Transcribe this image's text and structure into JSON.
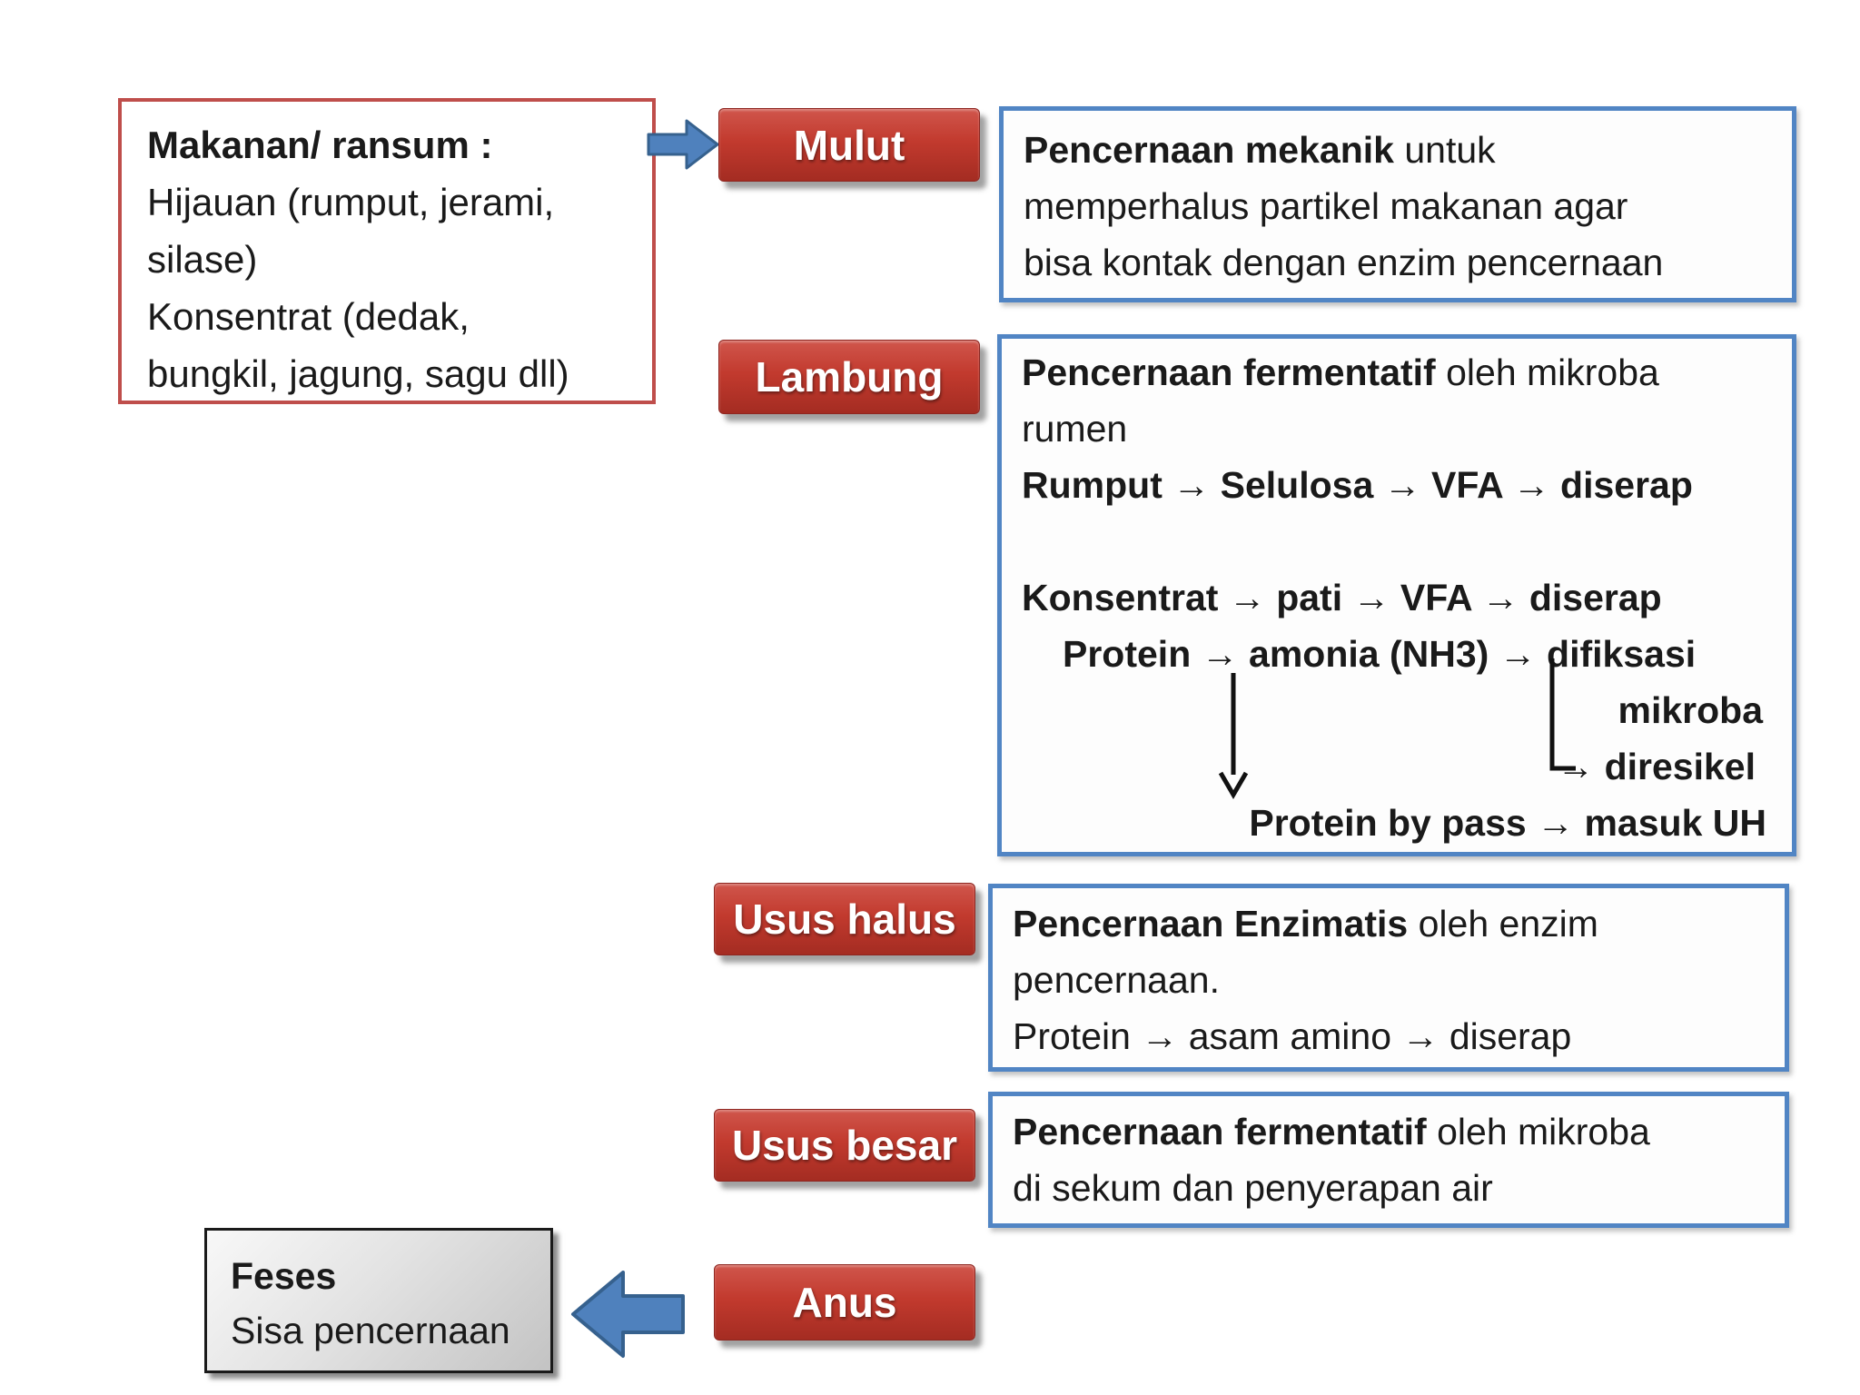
{
  "title": "Diagram pencernaan ruminansia",
  "colors": {
    "red_button": "#c23a2e",
    "red_box_border": "#bf4e4b",
    "blue_box_border": "#5185c4",
    "flow_arrow_fill": "#4f81bd",
    "flow_arrow_stroke": "#36618e",
    "text": "#1a1a1a",
    "feses_box_bg": "#d9d9d9"
  },
  "food_box": {
    "lines": [
      [
        {
          "text": "Makanan/ ransum :",
          "bold": true
        }
      ],
      [
        {
          "text": "Hijauan (rumput, jerami,",
          "bold": false
        }
      ],
      [
        {
          "text": "silase)",
          "bold": false
        }
      ],
      [
        {
          "text": "Konsentrat (dedak,",
          "bold": false
        }
      ],
      [
        {
          "text": "bungkil, jagung, sagu dll)",
          "bold": false
        }
      ]
    ]
  },
  "buttons": {
    "mulut": "Mulut",
    "lambung": "Lambung",
    "usus_halus": "Usus halus",
    "usus_besar": "Usus besar",
    "anus": "Anus"
  },
  "mulut_box": {
    "lines": [
      [
        {
          "text": "Pencernaan mekanik",
          "bold": true
        },
        {
          "text": " untuk",
          "bold": false
        }
      ],
      [
        {
          "text": "memperhalus partikel makanan agar",
          "bold": false
        }
      ],
      [
        {
          "text": "bisa kontak dengan enzim pencernaan",
          "bold": false
        }
      ]
    ]
  },
  "lambung_box": {
    "lines": [
      [
        {
          "text": "Pencernaan fermentatif",
          "bold": true
        },
        {
          "text": " oleh mikroba",
          "bold": false
        }
      ],
      [
        {
          "text": "rumen",
          "bold": false
        }
      ],
      [
        {
          "text": "Rumput → Selulosa → VFA → diserap",
          "bold": true
        }
      ],
      [],
      [
        {
          "text": "Konsentrat → pati → VFA → diserap",
          "bold": true
        }
      ],
      [
        {
          "text": "Protein → amonia (NH3) → difiksasi",
          "bold": true
        }
      ],
      [
        {
          "text": "mikroba",
          "bold": true
        }
      ],
      [
        {
          "text": "→ diresikel",
          "bold": true
        }
      ],
      [
        {
          "text": "Protein by pass → masuk UH",
          "bold": true
        }
      ]
    ]
  },
  "usus_halus_box": {
    "lines": [
      [
        {
          "text": "Pencernaan Enzimatis",
          "bold": true
        },
        {
          "text": " oleh enzim",
          "bold": false
        }
      ],
      [
        {
          "text": "pencernaan.",
          "bold": false
        }
      ],
      [
        {
          "text": "Protein ",
          "bold": false
        },
        {
          "text": "→",
          "bold": true
        },
        {
          "text": " asam amino ",
          "bold": false
        },
        {
          "text": "→",
          "bold": true
        },
        {
          "text": " diserap",
          "bold": false
        }
      ]
    ]
  },
  "usus_besar_box": {
    "lines": [
      [
        {
          "text": "Pencernaan fermentatif",
          "bold": true
        },
        {
          "text": " oleh mikroba",
          "bold": false
        }
      ],
      [
        {
          "text": "di sekum dan penyerapan air",
          "bold": false
        }
      ]
    ]
  },
  "feses_box": {
    "lines": [
      [
        {
          "text": "Feses",
          "bold": true
        }
      ],
      [
        {
          "text": "Sisa pencernaan",
          "bold": false
        }
      ]
    ]
  }
}
